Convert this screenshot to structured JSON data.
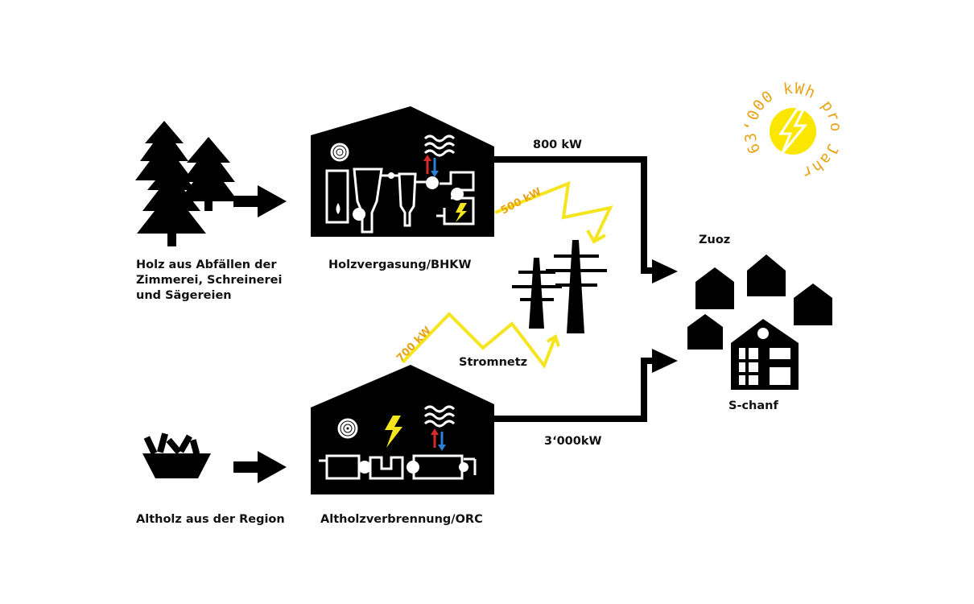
{
  "labels": {
    "wood_source": [
      "Holz aus Abfällen der",
      "Zimmerei, Schreinerei",
      "und Sägereien"
    ],
    "gasification": "Holzvergasung/BHKW",
    "power_grid": "Stromnetz",
    "old_wood_source": "Altholz aus der Region",
    "old_wood_burning": "Altholzverbrennung/ORC",
    "village_top": "Zuoz",
    "village_bottom": "S-chanf"
  },
  "flows": {
    "heat_top": "800 kW",
    "heat_bottom": "3‘000kW",
    "power_top": "500 kW",
    "power_bottom": "700 kW"
  },
  "sun_text": "63‘000 kWh pro Jahr",
  "icons": [
    "tree-icon",
    "wood-basket-icon",
    "house-icon",
    "power-pylon-icon",
    "lightning-icon",
    "heat-wave-icon",
    "sun-icon",
    "arrow-right-icon"
  ],
  "colors": {
    "primary": "#000000",
    "power_line": "#f5e51e",
    "label_orange": "#e8a317",
    "sun": "#fbe600",
    "heat_up": "#d62b2b",
    "heat_down": "#2b7fd6"
  }
}
